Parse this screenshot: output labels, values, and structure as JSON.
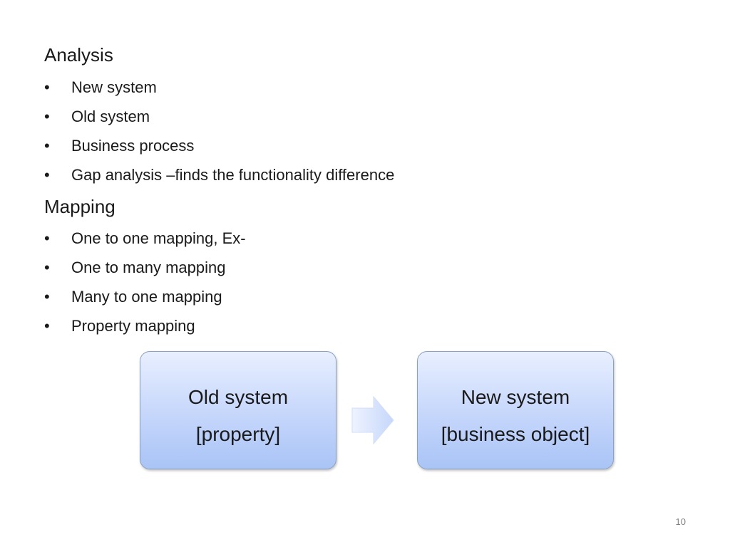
{
  "analysis": {
    "heading": "Analysis",
    "bullet_glyph": "•",
    "items": [
      "New system",
      "Old system",
      "Business process",
      "Gap analysis –finds the functionality difference"
    ]
  },
  "mapping": {
    "heading": "Mapping",
    "bullet_glyph": "•",
    "items": [
      "One to one mapping, Ex-",
      "One to many mapping",
      "Many to one mapping",
      "Property mapping"
    ]
  },
  "diagram": {
    "old_box": {
      "line1": "Old system",
      "line2": "[property]"
    },
    "new_box": {
      "line1": "New system",
      "line2": "[business object]"
    },
    "arrow_icon": "right-arrow-icon",
    "colors": {
      "box_top": "#e8efff",
      "box_bottom": "#a9c4f6",
      "box_border": "#8aa1c0"
    }
  },
  "footer": {
    "page_number": "10"
  }
}
